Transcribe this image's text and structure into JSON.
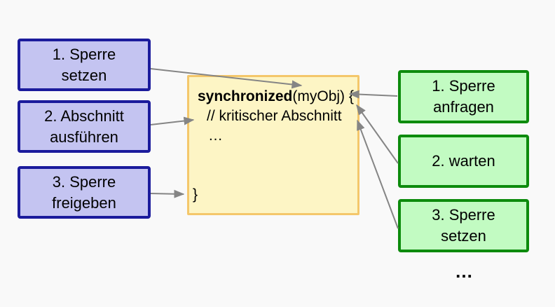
{
  "colors": {
    "background": "#f9f9f9",
    "blue_box_fill": "#c4c4f1",
    "blue_box_border": "#1b1b9c",
    "green_box_fill": "#c2fbc2",
    "green_box_border": "#0d8b0d",
    "yellow_box_fill": "#fdf5c5",
    "yellow_box_border": "#f4c76b",
    "arrow": "#858585",
    "text": "#000000"
  },
  "left_steps": [
    {
      "label": "1. Sperre\nsetzen"
    },
    {
      "label": "2. Abschnitt\nausführen"
    },
    {
      "label": "3. Sperre\nfreigeben"
    }
  ],
  "right_steps": [
    {
      "label": "1. Sperre\nanfragen"
    },
    {
      "label": "2. warten"
    },
    {
      "label": "3. Sperre\nsetzen"
    }
  ],
  "code_block": {
    "keyword": "synchronized",
    "signature_rest": "(myObj) {",
    "comment": "// kritischer Abschnitt",
    "ellipsis": "…",
    "closing_brace": "}"
  },
  "more_indicator": "…"
}
